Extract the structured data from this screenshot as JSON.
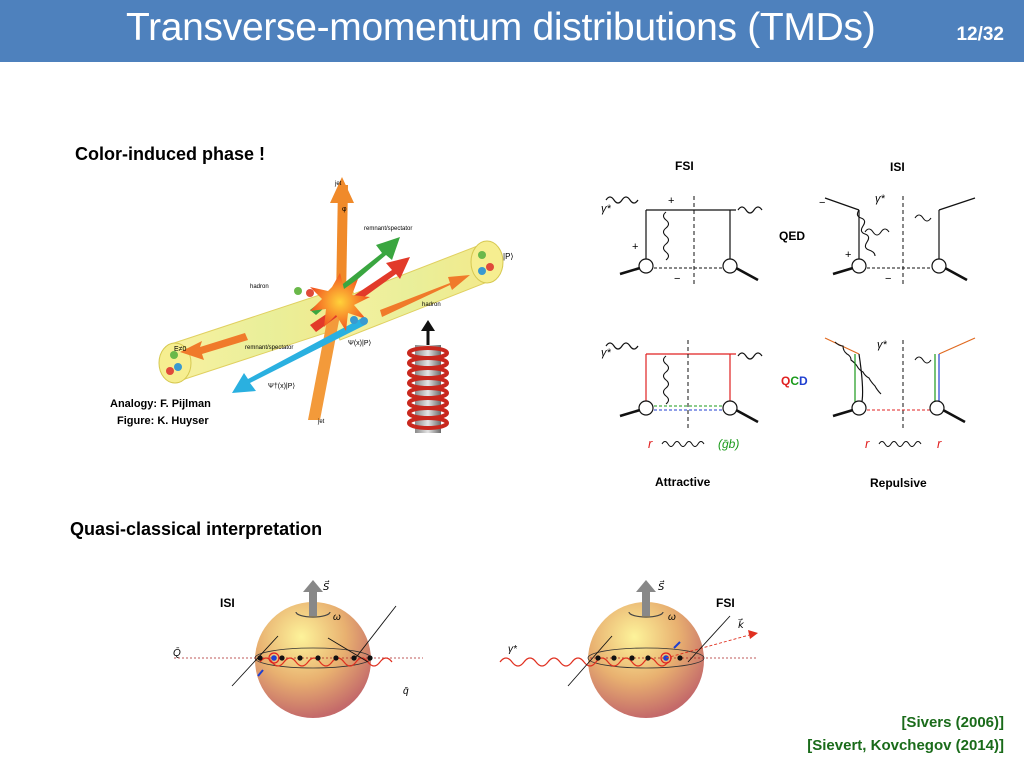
{
  "slide": {
    "title": "Transverse-momentum distributions (TMDs)",
    "page": "12/32"
  },
  "section1": {
    "heading": "Color-induced phase !",
    "credits": {
      "analogy": "Analogy: F. Pijlman",
      "figure": "Figure: K. Huyser"
    },
    "figure_labels": {
      "jet_top": "jet",
      "phi": "φ",
      "remnant_top": "remnant/spectator",
      "hadron_left": "hadron",
      "ket_p": "|P⟩",
      "hadron_right": "hadron",
      "e_neq_0": "E≠0",
      "remnant_bottom": "remnant/spectator",
      "psi_ket": "Ψ(x)|P⟩",
      "psi_dagger": "Ψ†(x)|P⟩",
      "jet_bottom": "jet"
    }
  },
  "diagrams": {
    "fsi_label": "FSI",
    "isi_label": "ISI",
    "qed_label": "QED",
    "qcd": {
      "q": "Q",
      "c": "C",
      "d": "D"
    },
    "attractive_label": "Attractive",
    "repulsive_label": "Repulsive",
    "gamma_star": "γ*",
    "plus": "+",
    "minus": "−",
    "color_r": "r",
    "color_gb": "(ḡb)"
  },
  "section2": {
    "heading": "Quasi-classical interpretation",
    "isi_label": "ISI",
    "fsi_label": "FSI",
    "spin_vec": "S⃗",
    "omega": "ω",
    "qbar": "Q̄",
    "q": "q̄",
    "gamma_star": "γ*",
    "k_vec": "k⃗"
  },
  "references": [
    "[Sivers (2006)]",
    "[Sievert, Kovchegov (2014)]"
  ],
  "colors": {
    "header": "#4e81bd",
    "reference_green": "#1a6b1a",
    "qcd_q": "#e02020",
    "qcd_c": "#1a9a1a",
    "qcd_d": "#1f3fd0"
  }
}
